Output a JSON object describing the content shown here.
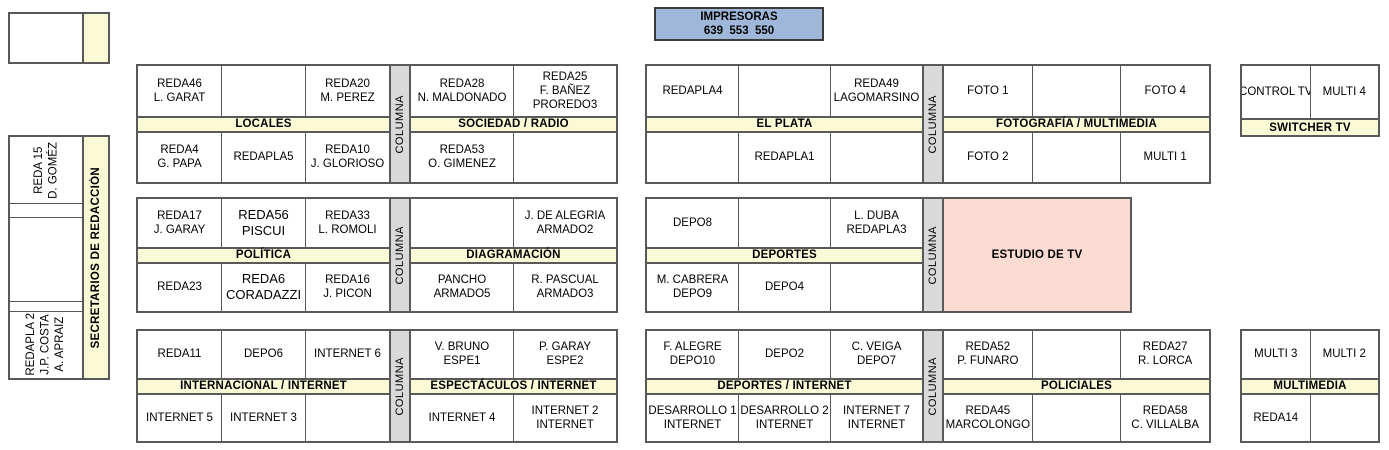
{
  "header": {
    "impresoras_title": "IMPRESORAS",
    "impresoras_codes": "639  553  550",
    "impresoras_color": "#9FB8DA"
  },
  "colors": {
    "band_yellow": "#FAFAD7",
    "columna_gray": "#D9D9D9",
    "studio_pink": "#FCDCD2",
    "border": "#595959"
  },
  "labels": {
    "columna": "COLUMNA",
    "secretarios": "SECRETARIOS DE REDACCIÓN",
    "estudio_tv": "ESTUDIO DE TV"
  },
  "left_column": {
    "top_box": {
      "cells": [
        ""
      ]
    },
    "main_box": {
      "band_label": "SECRETARIOS DE REDACCIÓN",
      "cells": [
        {
          "lines": [
            "REDA 15",
            "D. GOMÉZ"
          ]
        },
        {
          "lines": [
            ""
          ]
        },
        {
          "lines": [
            ""
          ]
        },
        {
          "lines": [
            ""
          ]
        },
        {
          "lines": [
            "REDAPLA 2",
            "J.P. COSTA",
            "A. APRAIZ"
          ]
        }
      ]
    }
  },
  "blocks": [
    {
      "id": "locales",
      "band": "LOCALES",
      "top": [
        {
          "lines": [
            "REDA46",
            "L. GARAT"
          ]
        },
        {
          "lines": [
            ""
          ]
        },
        {
          "lines": [
            "REDA20",
            "M. PEREZ"
          ]
        }
      ],
      "bottom": [
        {
          "lines": [
            "REDA4",
            "G. PAPA"
          ]
        },
        {
          "lines": [
            "REDAPLA5"
          ]
        },
        {
          "lines": [
            "REDA10",
            "J. GLORIOSO"
          ]
        }
      ]
    },
    {
      "id": "sociedad-radio",
      "band": "SOCIEDAD / RADIO",
      "top": [
        {
          "lines": [
            "REDA28",
            "N. MALDONADO"
          ]
        },
        {
          "lines": [
            "REDA25",
            "F. BAÑEZ",
            "PROREDO3"
          ]
        }
      ],
      "bottom": [
        {
          "lines": [
            "REDA53",
            "O. GIMENEZ"
          ]
        },
        {
          "lines": [
            ""
          ]
        }
      ]
    },
    {
      "id": "el-plata",
      "band": "EL PLATA",
      "top": [
        {
          "lines": [
            "REDAPLA4"
          ]
        },
        {
          "lines": [
            ""
          ]
        },
        {
          "lines": [
            "REDA49",
            "LAGOMARSINO"
          ]
        }
      ],
      "bottom": [
        {
          "lines": [
            ""
          ]
        },
        {
          "lines": [
            "REDAPLA1"
          ]
        },
        {
          "lines": [
            ""
          ]
        }
      ]
    },
    {
      "id": "fotografia-multimedia",
      "band": "FOTOGRAFÍA / MULTIMEDIA",
      "top": [
        {
          "lines": [
            "FOTO 1"
          ]
        },
        {
          "lines": [
            ""
          ]
        },
        {
          "lines": [
            "FOTO 4"
          ]
        }
      ],
      "bottom": [
        {
          "lines": [
            "FOTO 2"
          ]
        },
        {
          "lines": [
            ""
          ]
        },
        {
          "lines": [
            "MULTI 1"
          ]
        }
      ]
    },
    {
      "id": "switcher-tv",
      "band": "SWITCHER TV",
      "top": [
        {
          "lines": [
            "CONTROL TV"
          ]
        },
        {
          "lines": [
            "MULTI 4"
          ]
        }
      ],
      "bottom": []
    },
    {
      "id": "politica",
      "band": "POLÍTICA",
      "top": [
        {
          "lines": [
            "REDA17",
            "J. GARAY"
          ]
        },
        {
          "lines": [
            "REDA56",
            "PISCUI"
          ],
          "big": true
        },
        {
          "lines": [
            "REDA33",
            "L. ROMOLI"
          ]
        }
      ],
      "bottom": [
        {
          "lines": [
            "REDA23"
          ]
        },
        {
          "lines": [
            "REDA6",
            "CORADAZZI"
          ],
          "big": true
        },
        {
          "lines": [
            "REDA16",
            "J. PICON"
          ]
        }
      ]
    },
    {
      "id": "diagramacion",
      "band": "DIAGRAMACIÓN",
      "top": [
        {
          "lines": [
            ""
          ]
        },
        {
          "lines": [
            "J. DE ALEGRIA",
            "ARMADO2"
          ]
        }
      ],
      "bottom": [
        {
          "lines": [
            "PANCHO",
            "ARMADO5"
          ]
        },
        {
          "lines": [
            "R. PASCUAL",
            "ARMADO3"
          ]
        }
      ]
    },
    {
      "id": "deportes",
      "band": "DEPORTES",
      "top": [
        {
          "lines": [
            "DEPO8"
          ]
        },
        {
          "lines": [
            ""
          ]
        },
        {
          "lines": [
            "L. DUBA",
            "REDAPLA3"
          ]
        }
      ],
      "bottom": [
        {
          "lines": [
            "M. CABRERA",
            "DEPO9"
          ]
        },
        {
          "lines": [
            "DEPO4"
          ]
        },
        {
          "lines": [
            ""
          ]
        }
      ]
    },
    {
      "id": "internacional-internet",
      "band": "INTERNACIONAL / INTERNET",
      "top": [
        {
          "lines": [
            "REDA11"
          ]
        },
        {
          "lines": [
            "DEPO6"
          ]
        },
        {
          "lines": [
            "INTERNET 6"
          ]
        }
      ],
      "bottom": [
        {
          "lines": [
            "INTERNET 5"
          ]
        },
        {
          "lines": [
            "INTERNET 3"
          ]
        },
        {
          "lines": [
            ""
          ]
        }
      ]
    },
    {
      "id": "espectaculos-internet",
      "band": "ESPECTÁCULOS / INTERNET",
      "top": [
        {
          "lines": [
            "V. BRUNO",
            "ESPE1"
          ]
        },
        {
          "lines": [
            "P. GARAY",
            "ESPE2"
          ]
        }
      ],
      "bottom": [
        {
          "lines": [
            "INTERNET 4"
          ]
        },
        {
          "lines": [
            "INTERNET 2",
            "INTERNET"
          ]
        }
      ]
    },
    {
      "id": "deportes-internet",
      "band": "DEPORTES / INTERNET",
      "top": [
        {
          "lines": [
            "F. ALEGRE",
            "DEPO10"
          ]
        },
        {
          "lines": [
            "DEPO2"
          ]
        },
        {
          "lines": [
            "C. VEIGA",
            "DEPO7"
          ]
        }
      ],
      "bottom": [
        {
          "lines": [
            "DESARROLLO 1",
            "INTERNET"
          ]
        },
        {
          "lines": [
            "DESARROLLO 2",
            "INTERNET"
          ]
        },
        {
          "lines": [
            "INTERNET 7",
            "INTERNET"
          ]
        }
      ]
    },
    {
      "id": "policiales",
      "band": "POLICIALES",
      "top": [
        {
          "lines": [
            "REDA52",
            "P. FUNARO"
          ]
        },
        {
          "lines": [
            ""
          ]
        },
        {
          "lines": [
            "REDA27",
            "R. LORCA"
          ]
        }
      ],
      "bottom": [
        {
          "lines": [
            "REDA45",
            "MARCOLONGO"
          ]
        },
        {
          "lines": [
            ""
          ]
        },
        {
          "lines": [
            "REDA58",
            "C. VILLALBA"
          ]
        }
      ]
    },
    {
      "id": "multimedia",
      "band": "MULTIMEDIA",
      "top": [
        {
          "lines": [
            "MULTI 3"
          ]
        },
        {
          "lines": [
            "MULTI 2"
          ]
        }
      ],
      "bottom": [
        {
          "lines": [
            "REDA14"
          ]
        },
        {
          "lines": [
            ""
          ]
        }
      ]
    }
  ]
}
